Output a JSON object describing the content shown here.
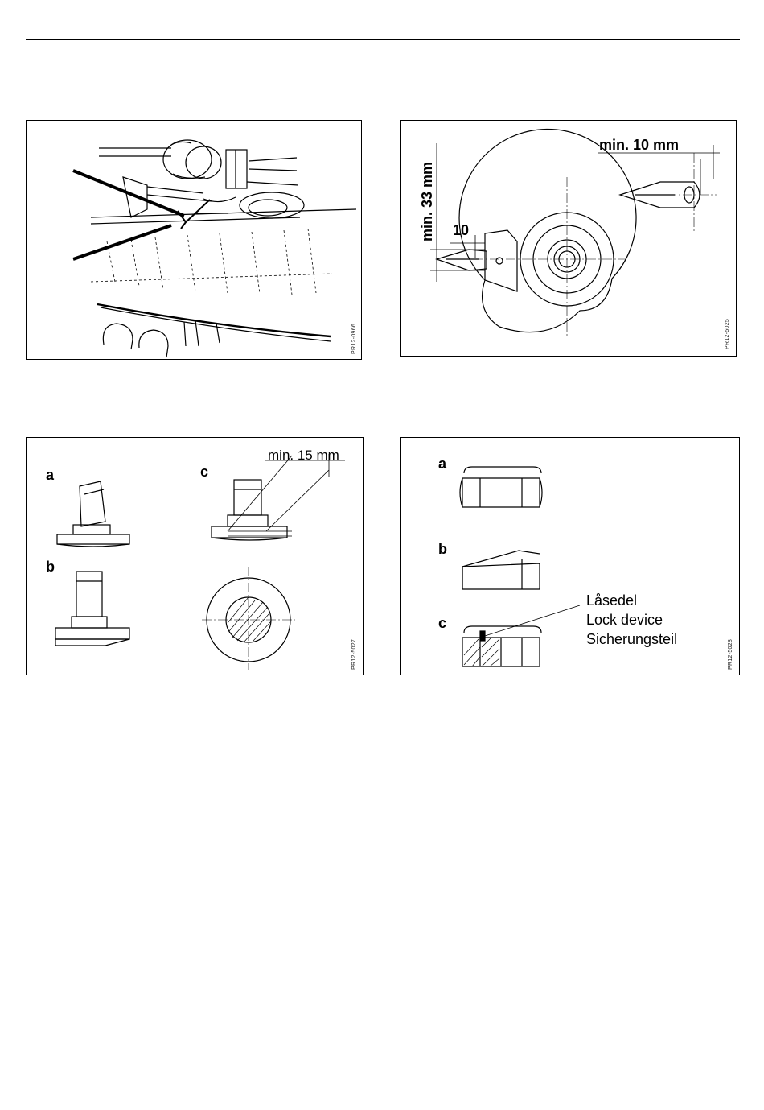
{
  "figures": {
    "fig1": {
      "code": "PR12-0966"
    },
    "fig2": {
      "code": "PR12-5025",
      "dim_top": "min. 10 mm",
      "dim_side": "min. 33 mm",
      "dim_small": "10"
    },
    "fig3": {
      "code": "PR12-5027",
      "label_a": "a",
      "label_b": "b",
      "label_c": "c",
      "dim": "min. 15 mm"
    },
    "fig4": {
      "code": "PR12-5028",
      "label_a": "a",
      "label_b": "b",
      "label_c": "c",
      "lock_lines": [
        "Låsedel",
        "Lock device",
        "Sicherungsteil"
      ]
    }
  }
}
